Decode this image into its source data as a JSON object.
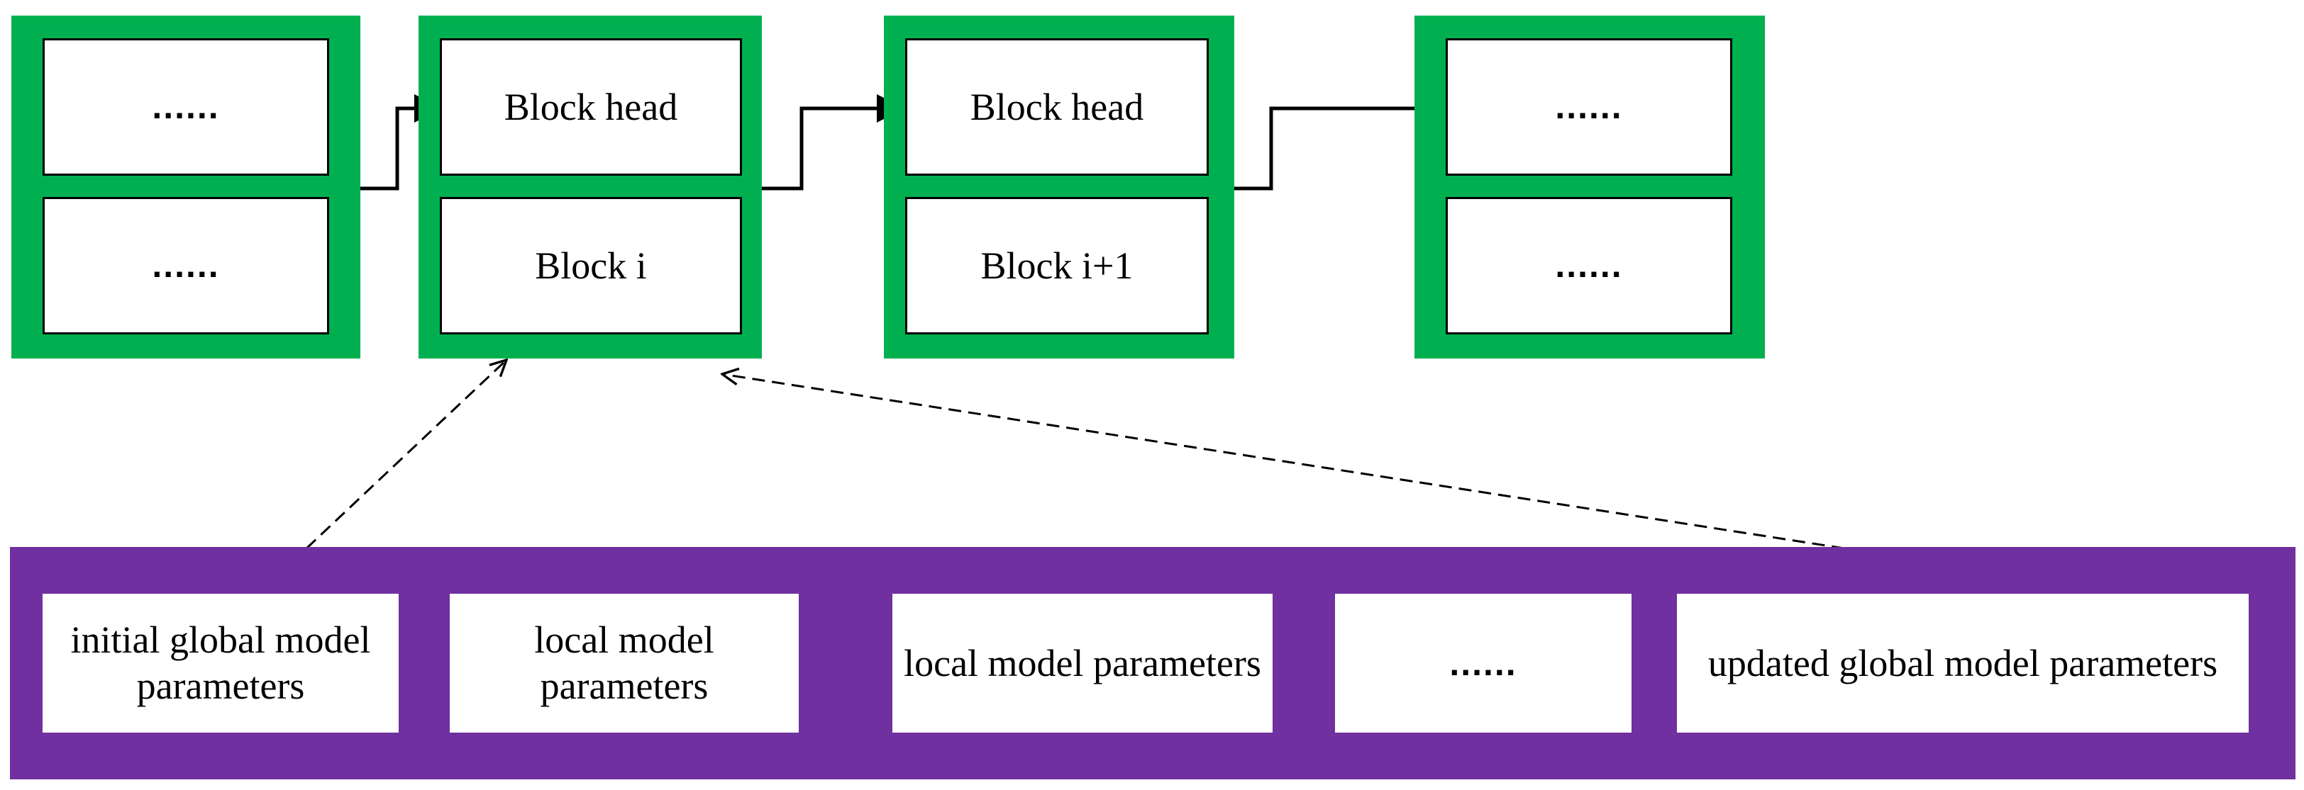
{
  "colors": {
    "block_frame": "#00b050",
    "record_bar": "#7030a0",
    "cell_border": "#000000",
    "arrow": "#000000"
  },
  "blocks": [
    {
      "head": "......",
      "body": "......"
    },
    {
      "head": "Block head",
      "body": "Block  i"
    },
    {
      "head": "Block head",
      "body": "Block  i+1"
    },
    {
      "head": "......",
      "body": "......"
    }
  ],
  "records": [
    {
      "label": "initial global model parameters"
    },
    {
      "label": "local model parameters"
    },
    {
      "label": "local model parameters"
    },
    {
      "label": "......"
    },
    {
      "label": "updated global model parameters"
    }
  ]
}
